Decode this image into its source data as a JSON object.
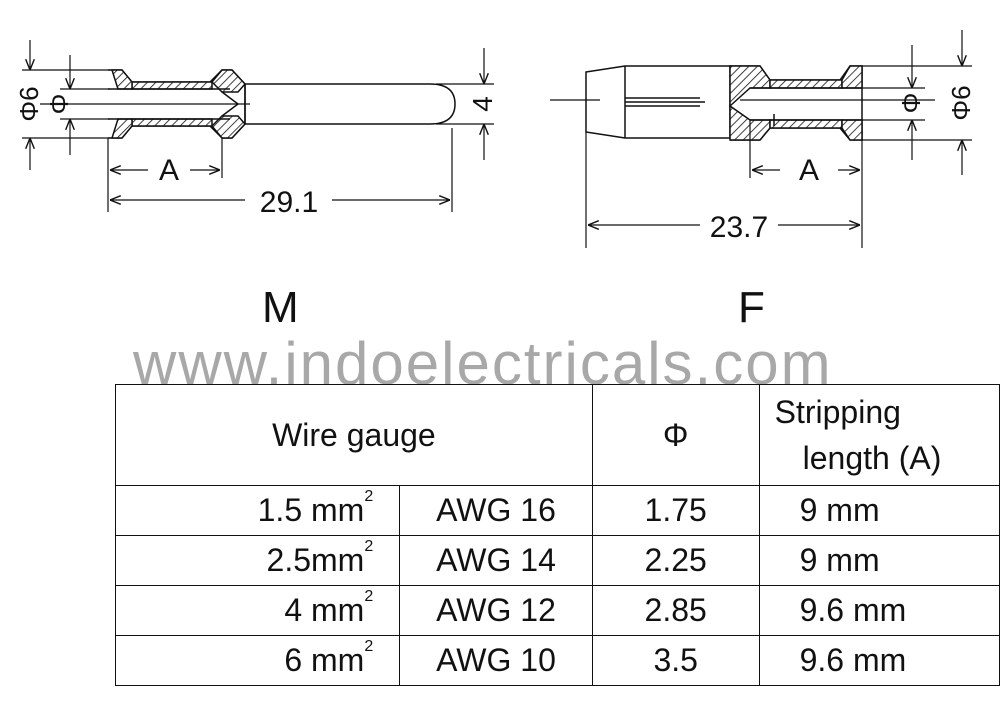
{
  "diagram": {
    "male": {
      "label": "M",
      "dim_outer": "Φ6",
      "dim_inner": "Φ",
      "dim_pin": "4",
      "dim_strip": "A",
      "dim_length": "29.1"
    },
    "female": {
      "label": "F",
      "dim_outer": "Φ6",
      "dim_inner": "Φ",
      "dim_strip": "A",
      "dim_length": "23.7"
    }
  },
  "watermark": "www.indoelectricals.com",
  "table": {
    "headers": {
      "wire_gauge": "Wire gauge",
      "phi": "Φ",
      "stripping_line1": "Stripping",
      "stripping_line2": "length (A)"
    },
    "rows": [
      {
        "mm": "1.5 mm",
        "sup": "2",
        "awg": "AWG 16",
        "phi": "1.75",
        "strip": "9 mm"
      },
      {
        "mm": "2.5mm",
        "sup": "2",
        "awg": "AWG 14",
        "phi": "2.25",
        "strip": "9 mm"
      },
      {
        "mm": "4 mm",
        "sup": "2",
        "awg": "AWG 12",
        "phi": "2.85",
        "strip": "9.6 mm"
      },
      {
        "mm": "6 mm",
        "sup": "2",
        "awg": "AWG 10",
        "phi": "3.5",
        "strip": "9.6 mm"
      }
    ]
  }
}
